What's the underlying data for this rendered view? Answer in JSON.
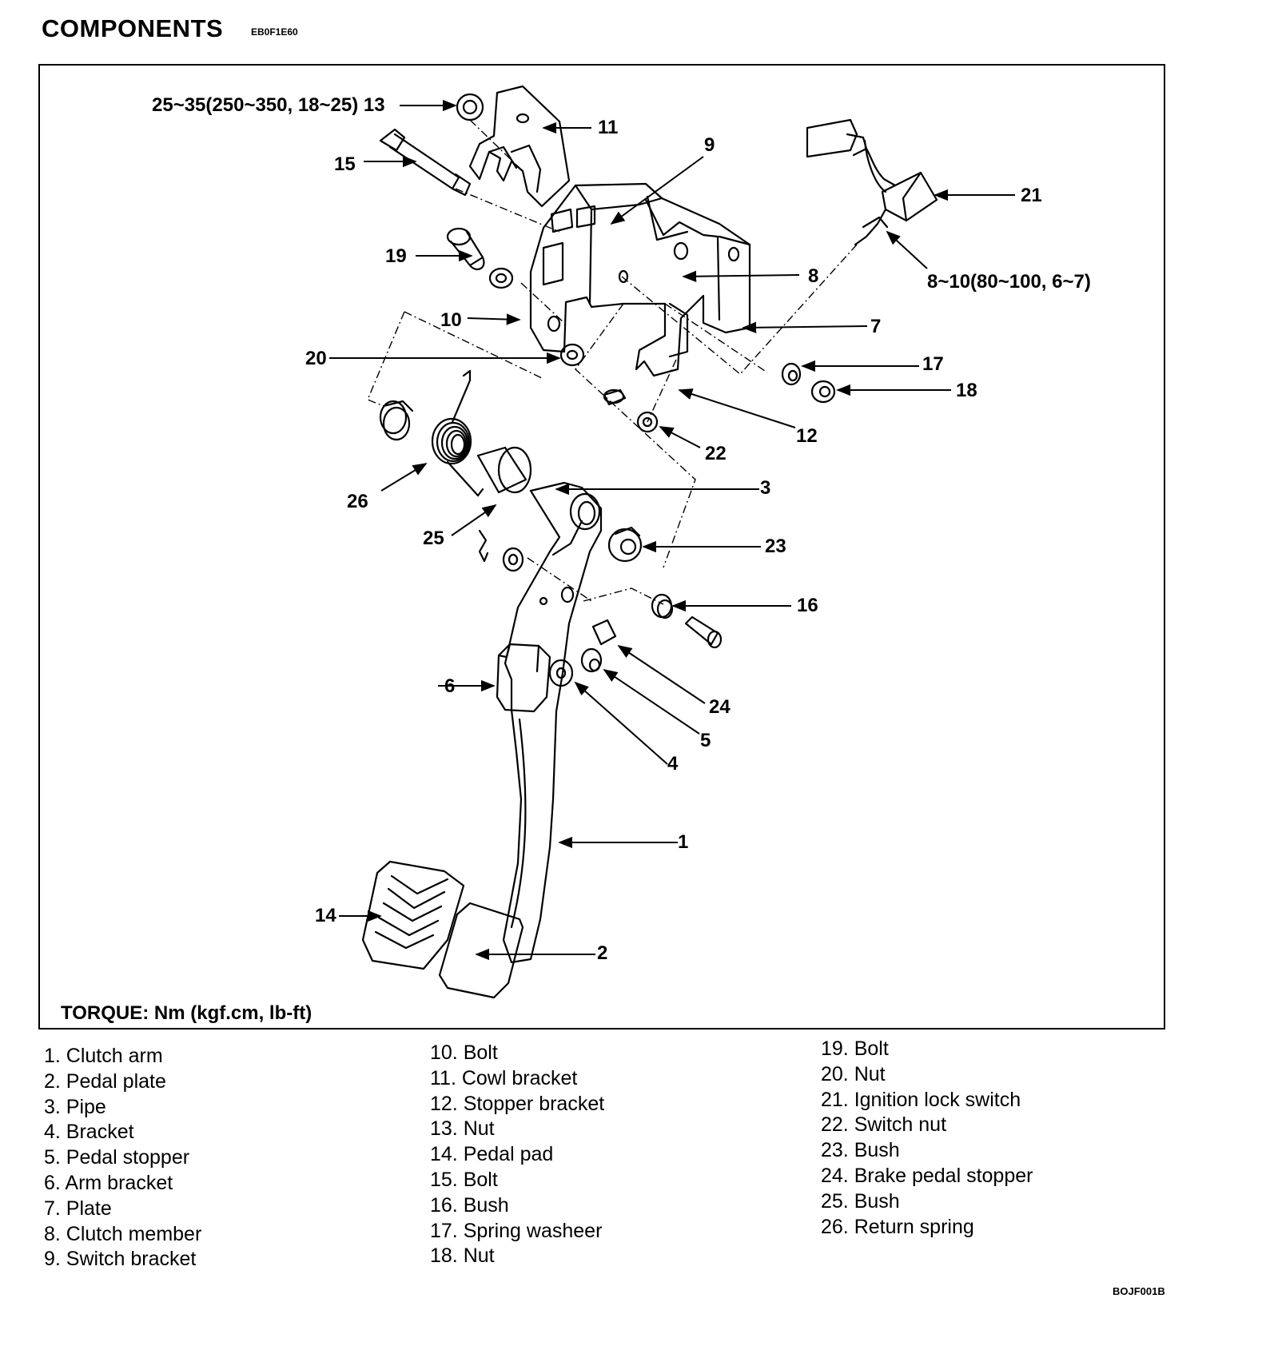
{
  "header": {
    "title": "COMPONENTS",
    "code": "EB0F1E60"
  },
  "callouts": {
    "n1": "1",
    "n2": "2",
    "n3": "3",
    "n4": "4",
    "n5": "5",
    "n6": "6",
    "n7": "7",
    "n8": "8",
    "n9": "9",
    "n10": "10",
    "n11": "11",
    "n12": "12",
    "n13": "25~35(250~350, 18~25) 13",
    "n14": "14",
    "n15": "15",
    "n16": "16",
    "n17": "17",
    "n18": "18",
    "n19": "19",
    "n20": "20",
    "n21": "21",
    "n22": "22",
    "n23": "23",
    "n24": "24",
    "n25": "25",
    "n26": "26",
    "torque21": "8~10(80~100, 6~7)"
  },
  "torque_note": "TORQUE: Nm (kgf.cm, lb-ft)",
  "legend": {
    "col1": [
      "1.  Clutch arm",
      "2.  Pedal plate",
      "3.  Pipe",
      "4.  Bracket",
      "5. Pedal stopper",
      "6. Arm bracket",
      "7. Plate",
      "8. Clutch member",
      "9. Switch bracket"
    ],
    "col2": [
      "10. Bolt",
      "11. Cowl bracket",
      "12. Stopper bracket",
      "13.  Nut",
      "14.  Pedal pad",
      "15.  Bolt",
      "16.  Bush",
      "17. Spring washeer",
      "18. Nut"
    ],
    "col3": [
      "19. Bolt",
      "20. Nut",
      "21. Ignition lock switch",
      "22. Switch nut",
      "23. Bush",
      "24. Brake pedal stopper",
      "25. Bush",
      "26. Return spring"
    ]
  },
  "figure_code": "BOJF001B"
}
